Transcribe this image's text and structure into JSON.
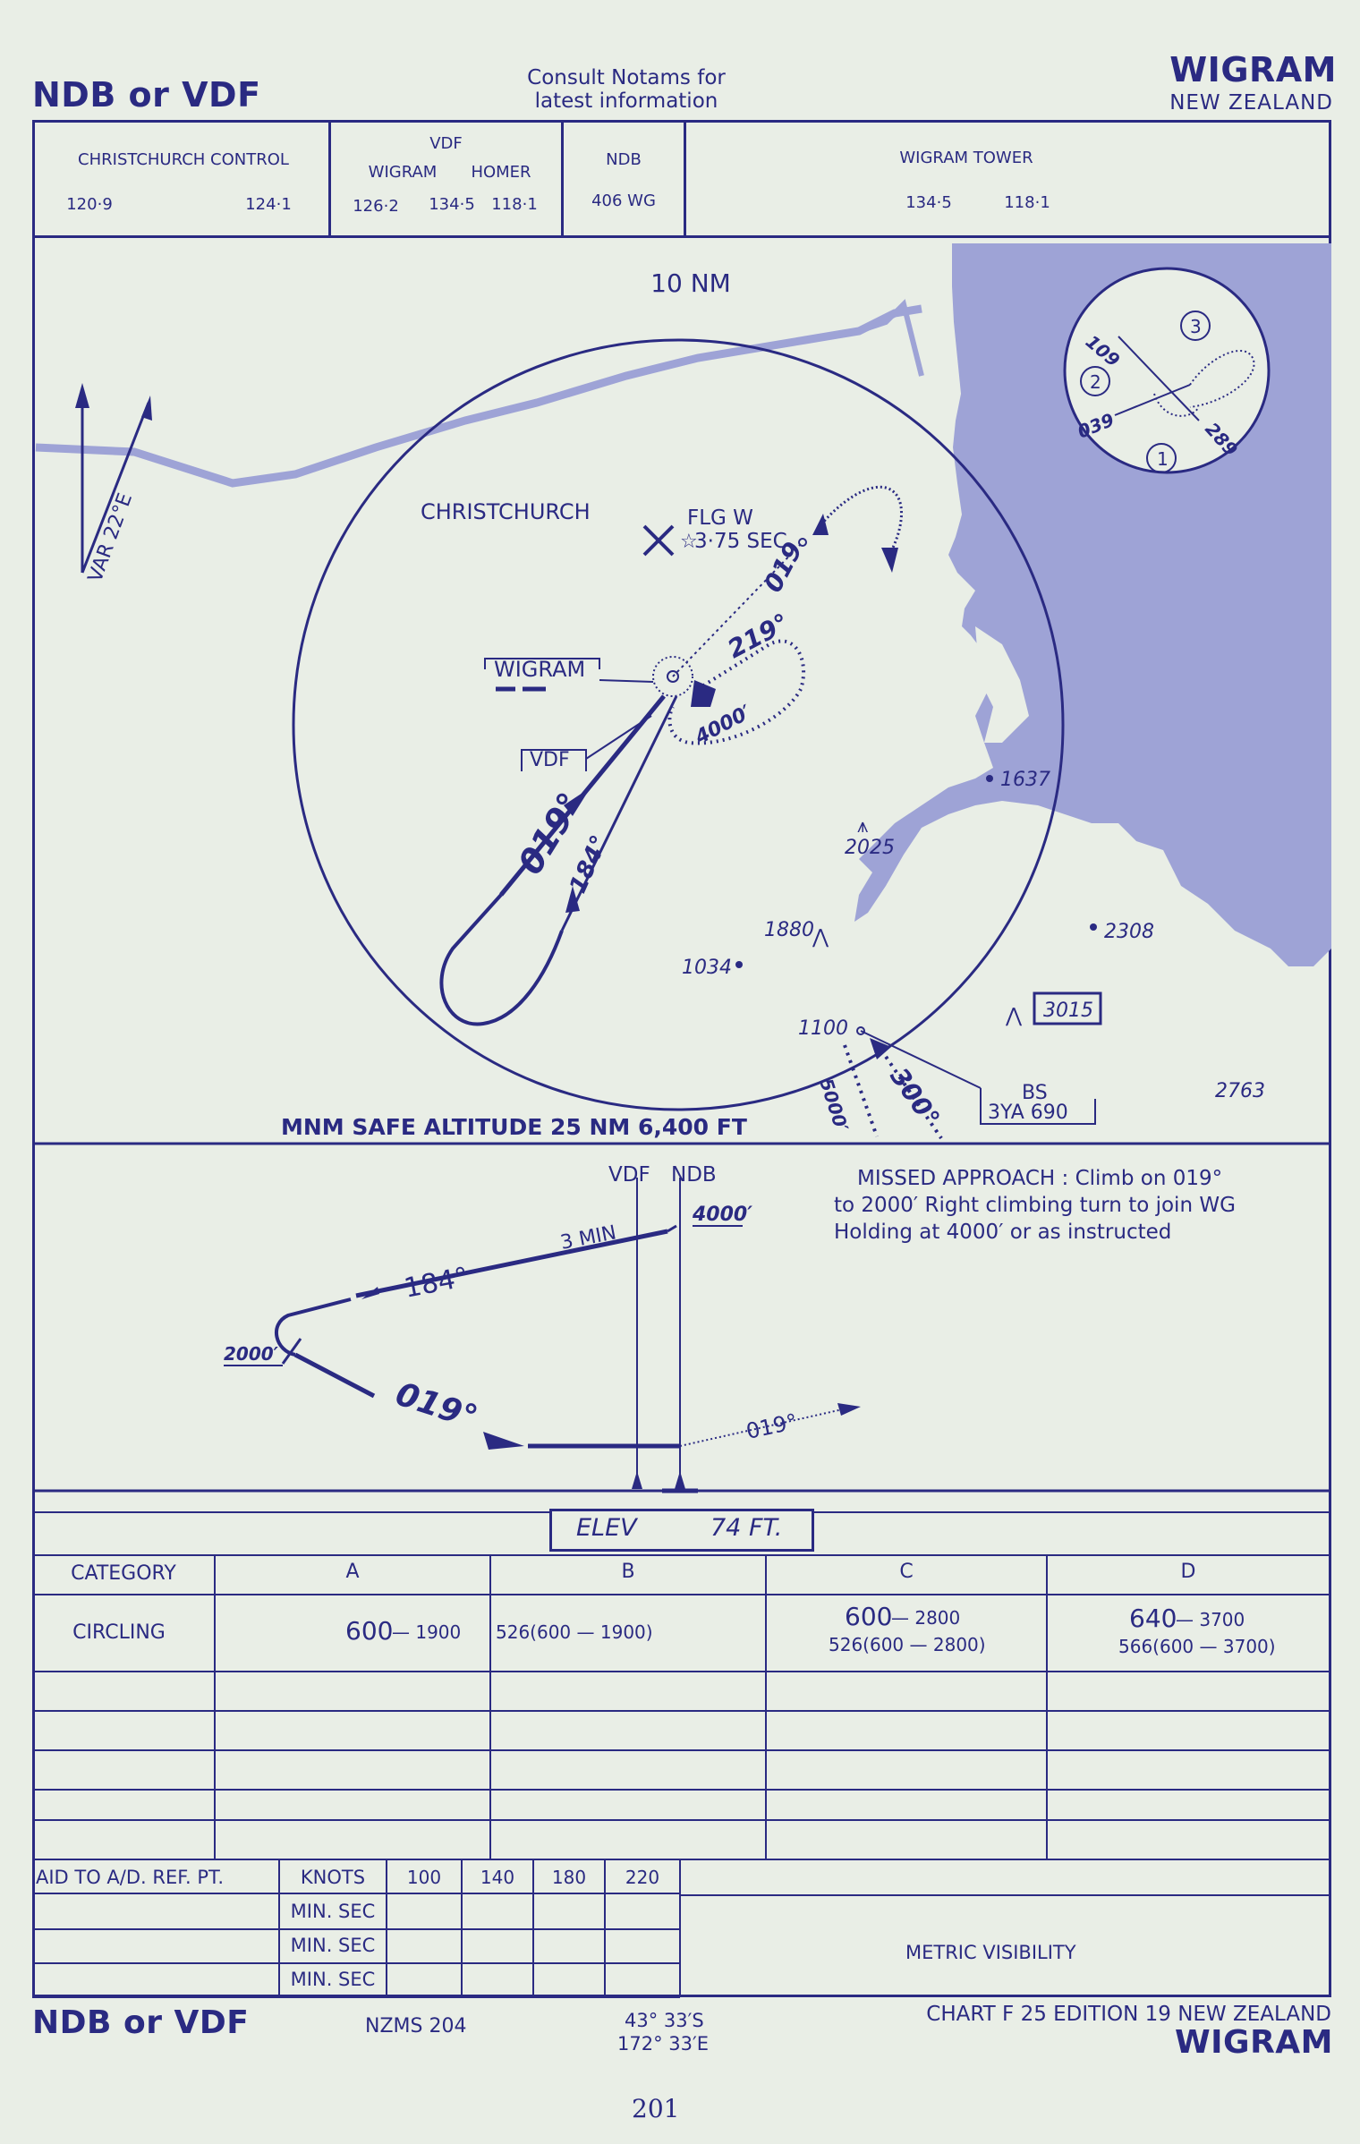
{
  "header": {
    "procedure_left": "NDB or VDF",
    "notice_line1": "Consult Notams for",
    "notice_line2": "latest information",
    "airport": "WIGRAM",
    "country": "NEW ZEALAND"
  },
  "comms": {
    "control_label": "CHRISTCHURCH  CONTROL",
    "control_freq1": "120·9",
    "control_freq2": "124·1",
    "vdf_label": "VDF",
    "vdf_wigram": "WIGRAM",
    "vdf_homer": "HOMER",
    "vdf_f1": "126·2",
    "vdf_f2": "134·5",
    "vdf_f3": "118·1",
    "ndb_label": "NDB",
    "ndb_value": "406  WG",
    "tower_label": "WIGRAM  TOWER",
    "tower_f1": "134·5",
    "tower_f2": "118·1"
  },
  "plan": {
    "ring_label": "10 NM",
    "var_label": "VAR 22°E",
    "city": "CHRISTCHURCH",
    "flg_w": "FLG  W",
    "flg_sec": "3·75 SEC",
    "airport_box": "WIGRAM",
    "vdf_box": "VDF",
    "course_outbound": "019",
    "course_019_inbound": "019°",
    "course_184": "184°",
    "course_219": "219°",
    "alt_4000": "4000′",
    "spot_1637": "1637",
    "spot_2025": "2025",
    "spot_1880": "1880",
    "spot_1034": "1034",
    "spot_2308": "2308",
    "spot_3015": "3015",
    "spot_1100": "1100",
    "spot_2763": "2763",
    "bs_label": "BS",
    "bs_station": "3YA  690",
    "radial_300": "300°",
    "alt_5000": "5000′",
    "msa": "MNM SAFE ALTITUDE 25 NM  6,400 FT",
    "hold_109": "109",
    "hold_039": "039",
    "hold_289": "289",
    "hold_1": "1",
    "hold_2": "2",
    "hold_3": "3"
  },
  "profile": {
    "vdf": "VDF",
    "ndb": "NDB",
    "alt_4000": "4000′",
    "three_min": "3 MIN",
    "c184": "184°",
    "alt_2000": "2000′",
    "c019": "019°",
    "c019_small": "019°",
    "missed_1": "MISSED  APPROACH : Climb on 019°",
    "missed_2": "to  2000′  Right  climbing  turn to join  WG",
    "missed_3": "Holding  at  4000′  or as instructed"
  },
  "elev": {
    "label": "ELEV",
    "value": "74  FT."
  },
  "minima": {
    "col_category": "CATEGORY",
    "cat_a": "A",
    "cat_b": "B",
    "cat_c": "C",
    "cat_d": "D",
    "row_circling": "CIRCLING",
    "a_main": "600",
    "a_vis": "— 1900",
    "b_value": "526(600 — 1900)",
    "c_main": "600",
    "c_vis": "— 2800",
    "c_sub": "526(600 — 2800)",
    "d_main": "640",
    "d_vis": "— 3700",
    "d_sub": "566(600 — 3700)"
  },
  "timing": {
    "aid_label": "AID TO A/D. REF. PT.",
    "knots": "KNOTS",
    "speeds": [
      "100",
      "140",
      "180",
      "220"
    ],
    "min_sec": "MIN. SEC",
    "metric_vis": "METRIC  VISIBILITY"
  },
  "footer": {
    "procedure_left": "NDB or VDF",
    "map_ref": "NZMS  204",
    "lat": "43° 33′S",
    "lon": "172° 33′E",
    "chart": "CHART F 25   EDITION 19  NEW  ZEALAND",
    "airport": "WIGRAM",
    "page": "201"
  },
  "colors": {
    "ink": "#2a2a82",
    "sea": "#9ea3d6",
    "paper": "#e9eee6"
  }
}
